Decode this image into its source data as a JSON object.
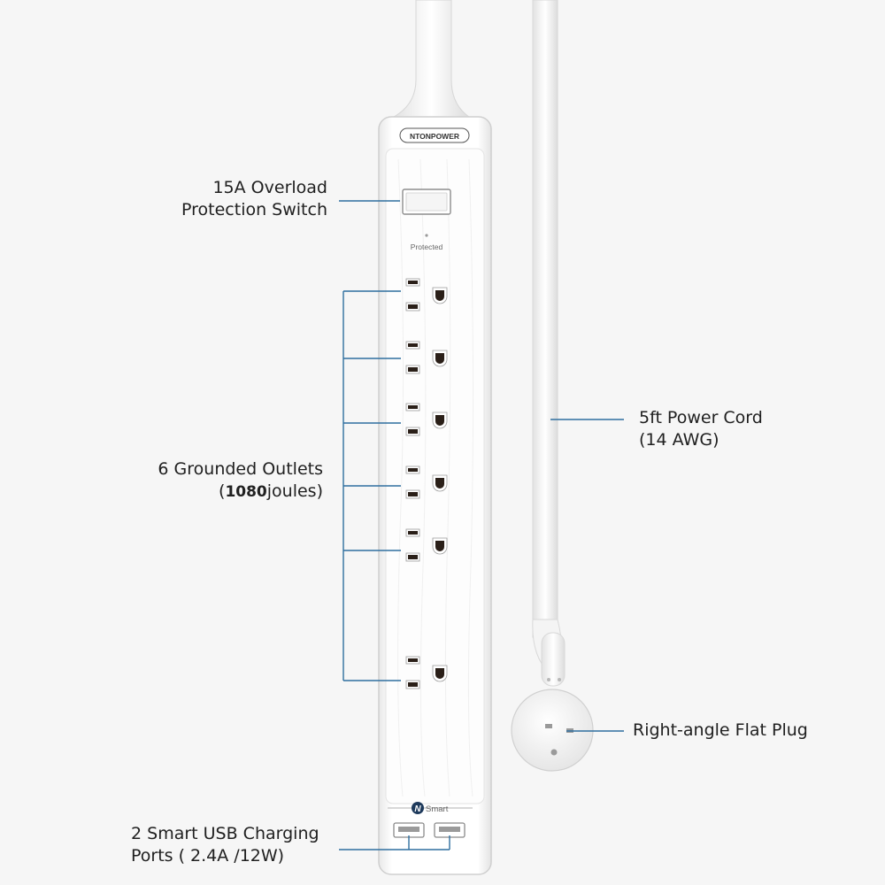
{
  "product": {
    "brand": "NTONPOWER",
    "indicator_text": "Protected",
    "usb_badge_text": "Smart",
    "usb_badge_logo": "N"
  },
  "callouts": {
    "switch": {
      "line1": "15A Overload",
      "line2": "Protection Switch"
    },
    "outlets": {
      "line1": "6 Grounded Outlets",
      "line2_open": "(",
      "line2_number": "1080",
      "line2_rest": "joules)"
    },
    "usb": {
      "line1": "2 Smart  USB Charging",
      "line2": "Ports ( 2.4A /12W)"
    },
    "cord": {
      "line1": "5ft Power Cord",
      "line2": "(14 AWG)"
    },
    "plug": {
      "line1": "Right-angle Flat Plug"
    }
  },
  "colors": {
    "background": "#f6f6f6",
    "leader_line": "#2f6f9f",
    "body": "#ffffff",
    "socket": "#2a1f18"
  },
  "icons": [
    "power-switch-icon",
    "outlet-icon",
    "usb-port-icon",
    "plug-icon"
  ]
}
